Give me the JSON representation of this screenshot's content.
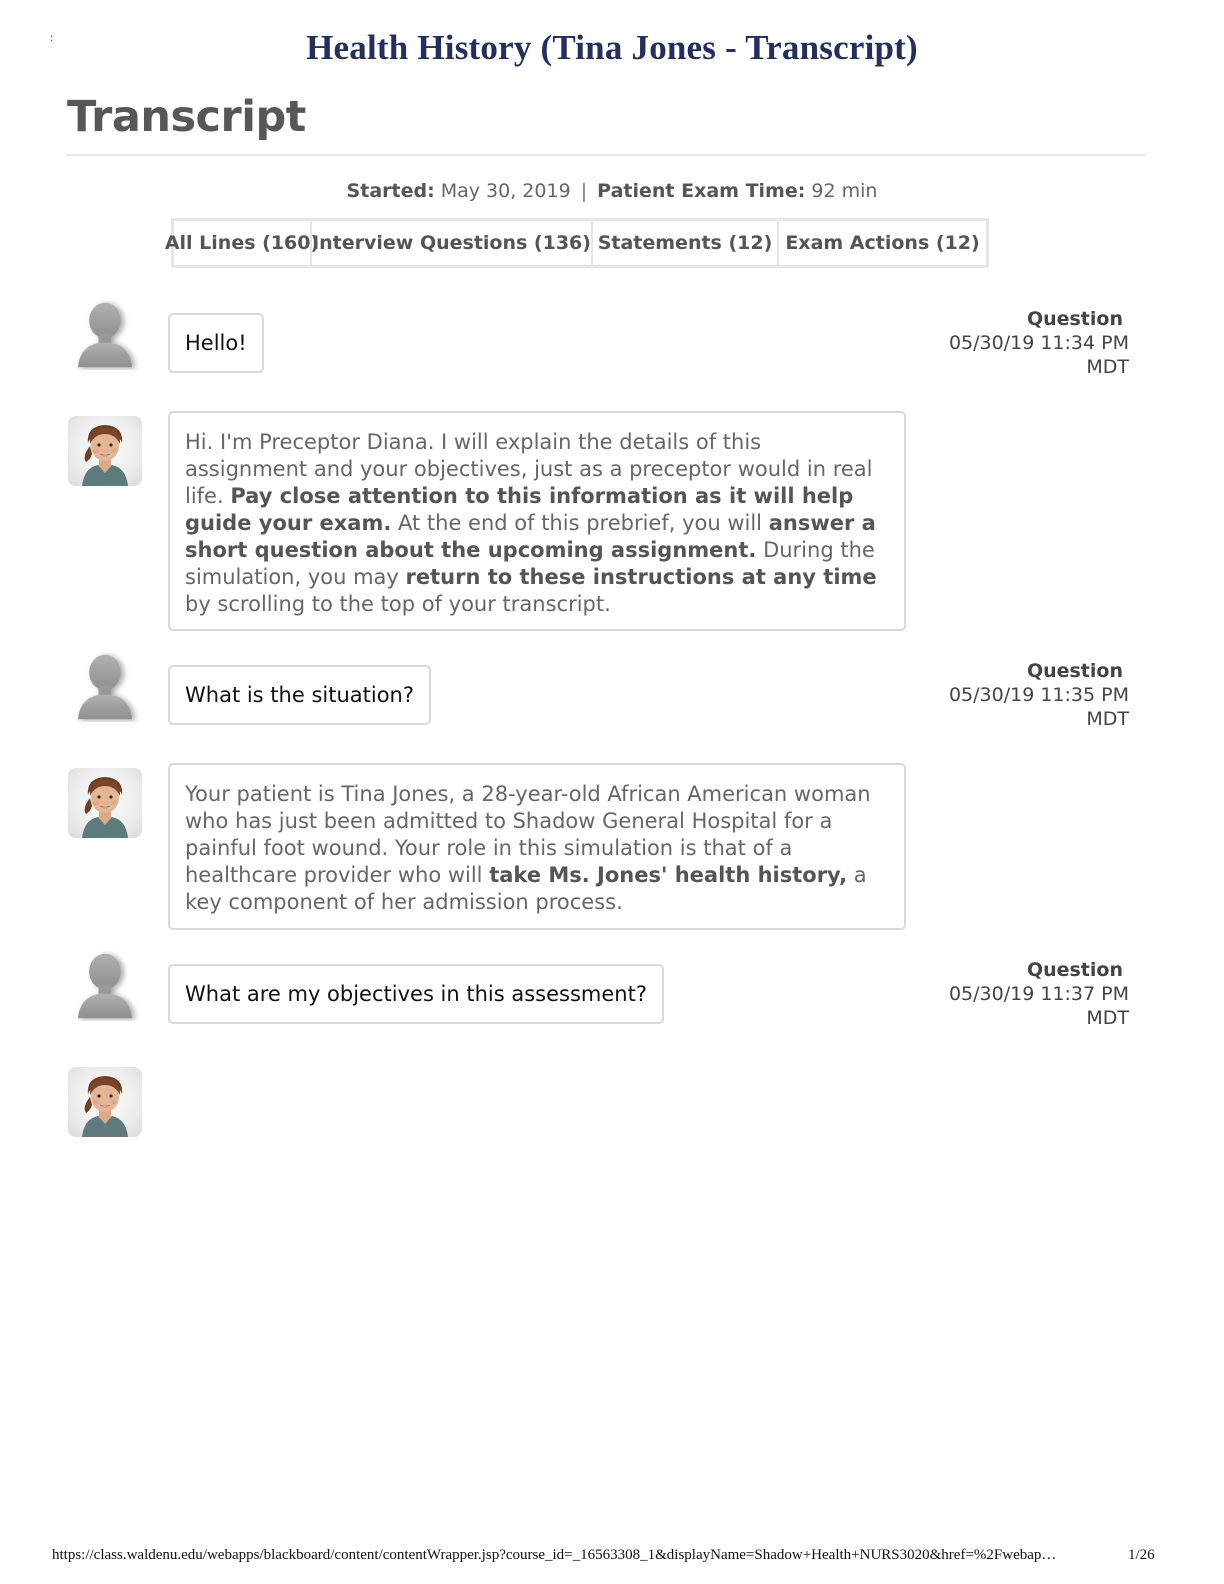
{
  "page": {
    "corner_mark": ":",
    "doc_title": "Health History (Tina Jones - Transcript)",
    "heading": "Transcript"
  },
  "meta": {
    "started_label": "Started:",
    "started_value": "May 30, 2019",
    "separator": "|",
    "exam_time_label": "Patient Exam Time:",
    "exam_time_value": "92 min"
  },
  "tabs": [
    {
      "label": "All Lines (160)"
    },
    {
      "label": "Interview Questions (136)"
    },
    {
      "label": "Statements (12)"
    },
    {
      "label": "Exam Actions (12)"
    }
  ],
  "transcript": {
    "entries": [
      {
        "speaker": "student",
        "text": "Hello!",
        "kind": "Question",
        "datetime": "05/30/19 11:34 PM",
        "tz": "MDT"
      },
      {
        "speaker": "preceptor",
        "segments": [
          "Hi. I'm Preceptor Diana. I will explain the details of this assignment and your objectives, just as a preceptor would in real life. ",
          "Pay close attention to this information as it will help guide your exam.",
          " At the end of this prebrief, you will ",
          "answer a short question about the upcoming assignment.",
          " During the simulation, you may ",
          "return to these instructions at any time",
          " by scrolling to the top of your transcript."
        ]
      },
      {
        "speaker": "student",
        "text": "What is the situation?",
        "kind": "Question",
        "datetime": "05/30/19 11:35 PM",
        "tz": "MDT"
      },
      {
        "speaker": "preceptor",
        "segments": [
          "Your patient is Tina Jones, a 28-year-old African American woman who has just been admitted to Shadow General Hospital for a painful foot wound. Your role in this simulation is that of a healthcare provider who will ",
          "take Ms. Jones' health history,",
          " a key component of her admission process."
        ]
      },
      {
        "speaker": "student",
        "text": "What are my objectives in this assessment?",
        "kind": "Question",
        "datetime": "05/30/19 11:37 PM",
        "tz": "MDT"
      },
      {
        "speaker": "preceptor",
        "segments": []
      }
    ]
  },
  "footer": {
    "url": "https://class.waldenu.edu/webapps/blackboard/content/contentWrapper.jsp?course_id=_16563308_1&displayName=Shadow+Health+NURS3020&href=%2Fwebap…",
    "page": "1/26"
  },
  "colors": {
    "title_navy": "#252f5e",
    "heading_gray": "#575757",
    "border_gray": "#d9d9d9"
  }
}
